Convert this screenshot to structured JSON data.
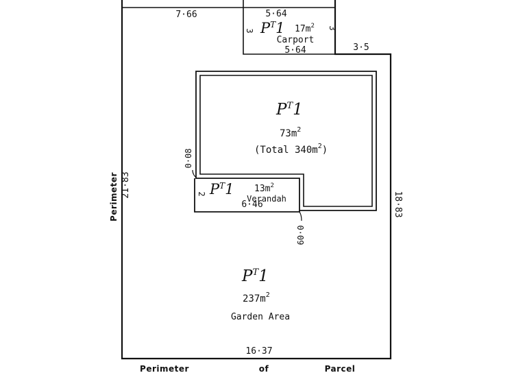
{
  "lots": {
    "carport": {
      "lot_prefix": "P",
      "lot_super": "T",
      "lot_number": "1",
      "area_value": "17m",
      "area_sup": "2",
      "name": "Carport",
      "dim_top": "5·64",
      "dim_bottom": "5·64",
      "dim_left": "3",
      "dim_right": "3"
    },
    "house": {
      "lot_prefix": "P",
      "lot_super": "T",
      "lot_number": "1",
      "area_value": "73m",
      "area_sup": "2",
      "total_open": "(Total 340m",
      "total_sup": "2",
      "total_close": ")"
    },
    "verandah": {
      "lot_prefix": "P",
      "lot_super": "T",
      "lot_number": "1",
      "area_value": "13m",
      "area_sup": "2",
      "name": "Verandah",
      "dim_bottom": "6·46",
      "dim_left": "2",
      "offset_top": "0·08",
      "offset_bottom": "0·09"
    },
    "garden": {
      "lot_prefix": "P",
      "lot_super": "T",
      "lot_number": "1",
      "area_value": "237m",
      "area_sup": "2",
      "name": "Garden Area"
    }
  },
  "dimensions": {
    "top_left": "7·66",
    "right_step": "3·5",
    "right_side": "18·83",
    "left_side": "21·83",
    "bottom": "16·37"
  },
  "captions": {
    "bottom_word_1": "Perimeter",
    "bottom_word_2": "of",
    "bottom_word_3": "Parcel",
    "left_side": "Perimeter"
  }
}
